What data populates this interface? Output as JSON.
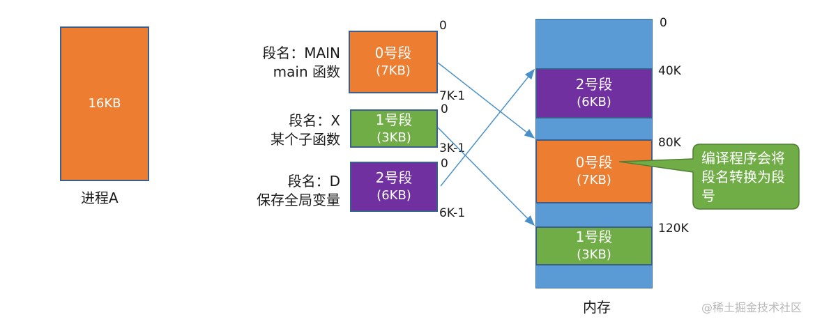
{
  "process": {
    "size": "16KB",
    "caption": "进程A"
  },
  "segments": [
    {
      "name_line": "段名：MAIN",
      "desc_line": "main 函数",
      "title": "0号段",
      "size": "(7KB)",
      "start": "0",
      "end": "7K-1"
    },
    {
      "name_line": "段名：X",
      "desc_line": "某个子函数",
      "title": "1号段",
      "size": "(3KB)",
      "start": "0",
      "end": "3K-1"
    },
    {
      "name_line": "段名：D",
      "desc_line": "保存全局变量",
      "title": "2号段",
      "size": "(6KB)",
      "start": "0",
      "end": "6K-1"
    }
  ],
  "memory": {
    "caption": "内存",
    "blocks": [
      {
        "title": "2号段",
        "size": "(6KB)",
        "address": "40K"
      },
      {
        "title": "0号段",
        "size": "(7KB)",
        "address": "80K"
      },
      {
        "title": "1号段",
        "size": "(3KB)",
        "address": "120K"
      }
    ],
    "top_address": "0"
  },
  "callout": {
    "text": "编译程序会将段名转换为段号"
  },
  "watermark": "@稀土掘金技术社区",
  "colors": {
    "orange": "#ed7d31",
    "green": "#70ad47",
    "purple": "#7030a0",
    "memory": "#5b9bd5",
    "arrow": "#4a90c8"
  }
}
